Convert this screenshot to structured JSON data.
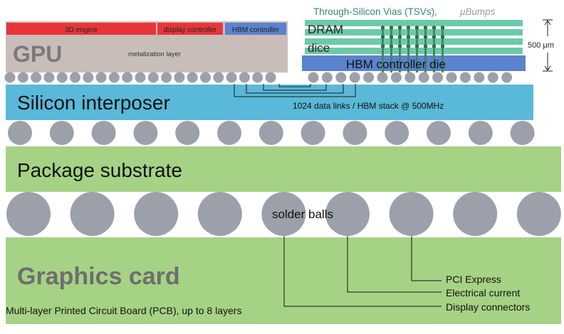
{
  "gpu": {
    "label": "GPU",
    "units": [
      "3D engine",
      "display controller",
      "HBM controller"
    ],
    "metal_layer": "metalization layer"
  },
  "hbm": {
    "tsv_label": "Through-Silicon Vias (TSVs),",
    "ubump_label": "μBumps",
    "dram_label_1": "DRAM",
    "dram_label_2": "dice",
    "controller_die": "HBM controller die",
    "height_label": "500 μm"
  },
  "interposer": {
    "label": "Silicon interposer",
    "links_label": "1024 data links / HBM stack @ 500MHz"
  },
  "substrate": {
    "label": "Package substrate"
  },
  "solder": {
    "label": "solder balls"
  },
  "card": {
    "label": "Graphics card",
    "pcb_label": "Multi-layer Printed Circuit Board (PCB), up to 8 layers",
    "connections": [
      "PCI Express",
      "Electrical current",
      "Display connectors"
    ]
  },
  "colors": {
    "gpu_body": "#c8bdb9",
    "engine_red": "#e8353a",
    "hbm_ctrl_blue": "#5b82cc",
    "interposer": "#5ab8d8",
    "green": "#a6d285",
    "teal": "#6ccaa8",
    "bump": "#9ba0ab"
  }
}
